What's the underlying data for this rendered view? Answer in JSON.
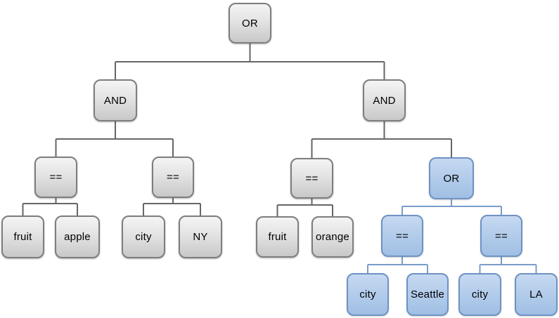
{
  "diagram": {
    "type": "logical-expression-tree",
    "colors": {
      "gray_node_fill_top": "#f4f4f4",
      "gray_node_fill_bottom": "#c8c8c8",
      "gray_node_border": "#7e7e7e",
      "gray_connector": "#666666",
      "blue_node_fill_top": "#c6d9f1",
      "blue_node_fill_bottom": "#a0bfe4",
      "blue_node_border": "#6f92c4",
      "blue_connector": "#7b9cc9",
      "text": "#000000",
      "background": "#ffffff"
    },
    "nodes": [
      {
        "id": "root-or",
        "label": "OR",
        "variant": "gray"
      },
      {
        "id": "and-left",
        "label": "AND",
        "variant": "gray"
      },
      {
        "id": "and-right",
        "label": "AND",
        "variant": "gray"
      },
      {
        "id": "eq-fruit-apple",
        "label": "==",
        "variant": "gray"
      },
      {
        "id": "eq-city-ny",
        "label": "==",
        "variant": "gray"
      },
      {
        "id": "eq-fruit-orange",
        "label": "==",
        "variant": "gray"
      },
      {
        "id": "or-blue",
        "label": "OR",
        "variant": "blue"
      },
      {
        "id": "leaf-fruit-1",
        "label": "fruit",
        "variant": "gray"
      },
      {
        "id": "leaf-apple",
        "label": "apple",
        "variant": "gray"
      },
      {
        "id": "leaf-city-1",
        "label": "city",
        "variant": "gray"
      },
      {
        "id": "leaf-ny",
        "label": "NY",
        "variant": "gray"
      },
      {
        "id": "leaf-fruit-2",
        "label": "fruit",
        "variant": "gray"
      },
      {
        "id": "leaf-orange",
        "label": "orange",
        "variant": "gray"
      },
      {
        "id": "eq-city-seattle",
        "label": "==",
        "variant": "blue"
      },
      {
        "id": "eq-city-la",
        "label": "==",
        "variant": "blue"
      },
      {
        "id": "leaf-city-2",
        "label": "city",
        "variant": "blue"
      },
      {
        "id": "leaf-seattle",
        "label": "Seattle",
        "variant": "blue"
      },
      {
        "id": "leaf-city-3",
        "label": "city",
        "variant": "blue"
      },
      {
        "id": "leaf-la",
        "label": "LA",
        "variant": "blue"
      }
    ],
    "edges_logic": "OR( AND( fruit==apple, city==NY ), AND( fruit==orange, OR( city==Seattle, city==LA ) ) )"
  }
}
